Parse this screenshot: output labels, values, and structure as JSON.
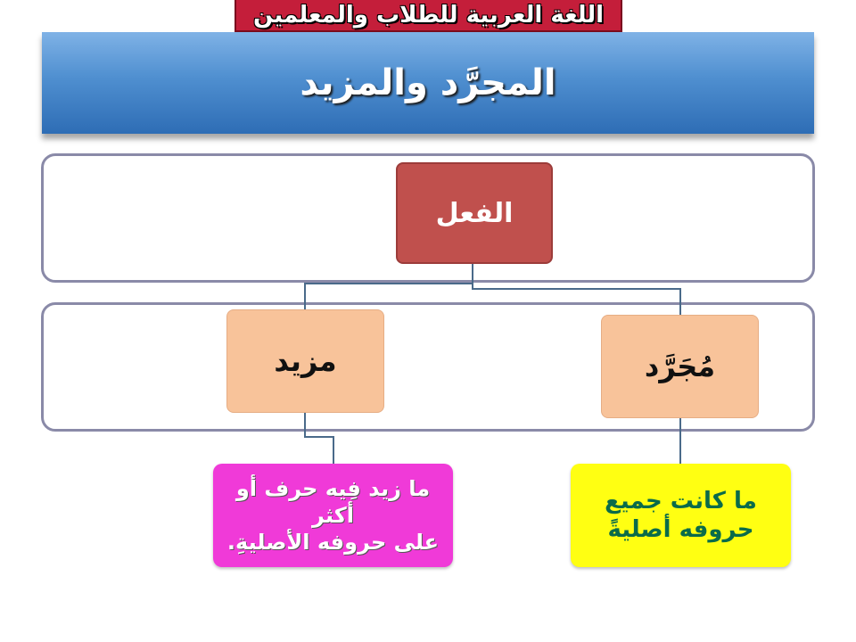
{
  "banner": {
    "text": "اللغة العربية للطلاب والمعلمين"
  },
  "title": {
    "text": "المجرَّد والمزيد"
  },
  "diagram": {
    "root": {
      "label": "الفعل"
    },
    "branches": {
      "mujarrad": {
        "label": "مُجَرَّد",
        "definition": [
          "ما كانت جميع",
          "حروفه أصليةً"
        ]
      },
      "mazid": {
        "label": "مزيد",
        "definition": [
          "ما زيد فِيه حرف أو أكثر",
          "على حروفه الأصليةِ."
        ]
      }
    }
  },
  "colors": {
    "banner": "#c41e3a",
    "title_bar": "#4f8fd0",
    "root_node": "#c0504d",
    "branch_node": "#f8c39a",
    "mazid_definition": "#f03ad8",
    "mujarrad_definition": "#ffff12",
    "mujarrad_definition_text": "#0a6b4a",
    "frame_border": "#8a8aa8"
  }
}
